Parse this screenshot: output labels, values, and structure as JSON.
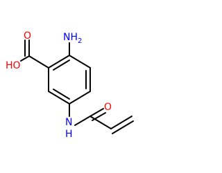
{
  "molecule": {
    "atoms": {
      "nh2": {
        "text": "NH2",
        "main": "NH",
        "sub": "2",
        "color": "#0000ff"
      },
      "oh": {
        "text": "HO",
        "color": "#ff0000"
      },
      "o_acid": {
        "text": "O",
        "color": "#ff0000"
      },
      "nh_amide": {
        "text": "N",
        "h": "H",
        "color": "#0000ff"
      },
      "o_amide": {
        "text": "O",
        "color": "#ff0000"
      }
    },
    "colors": {
      "bond": "#000000",
      "nitrogen": "#0000ff",
      "oxygen": "#ff0000",
      "background": "#ffffff"
    }
  }
}
